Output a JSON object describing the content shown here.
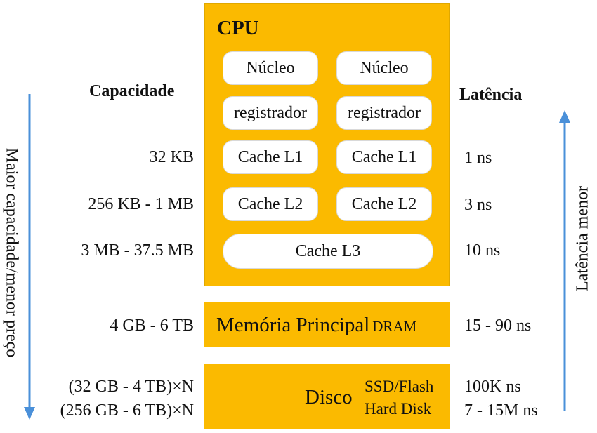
{
  "cpu": {
    "title": "CPU",
    "cores": [
      "Núcleo",
      "Núcleo"
    ],
    "registers": [
      "registrador",
      "registrador"
    ],
    "l1": [
      "Cache L1",
      "Cache L1"
    ],
    "l2": [
      "Cache L2",
      "Cache L2"
    ],
    "l3": "Cache L3"
  },
  "memory": {
    "main": "Memória Principal",
    "sub": "DRAM"
  },
  "disk": {
    "label": "Disco",
    "types": [
      "SSD/Flash",
      "Hard Disk"
    ]
  },
  "capacity": {
    "header": "Capacidade",
    "values": [
      "32 KB",
      "256 KB - 1 MB",
      "3 MB - 37.5 MB",
      "4 GB - 6 TB",
      "(32 GB - 4 TB)×N",
      "(256 GB - 6 TB)×N"
    ]
  },
  "latency": {
    "header": "Latência",
    "values": [
      "1 ns",
      "3 ns",
      "10 ns",
      "15 - 90 ns",
      "100K ns",
      "7 - 15M ns"
    ]
  },
  "axes": {
    "left_label": "Maior capacidade/menor preço",
    "right_label": "Latência menor",
    "arrow_color": "#4a90d9"
  },
  "colors": {
    "box": "#fbba00",
    "pill": "#ffffff"
  }
}
